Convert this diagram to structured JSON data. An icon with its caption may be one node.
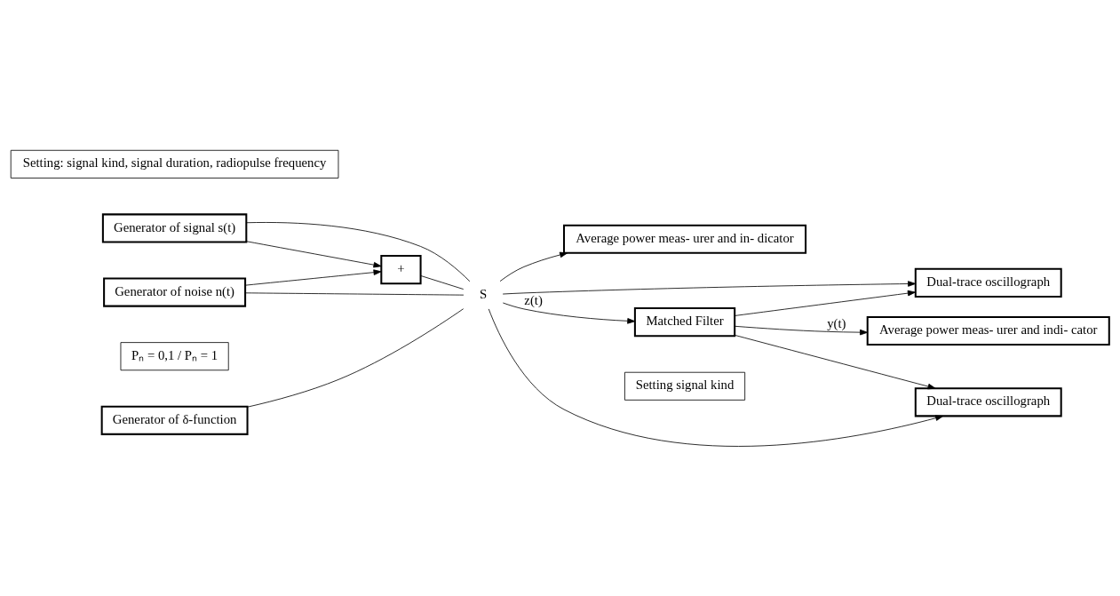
{
  "diagram": {
    "nodes": [
      {
        "text": [
          "Setting: signal kind, signal duration, radiopulse frequency"
        ]
      },
      {
        "text": [
          "Generator of signal s(t)"
        ]
      },
      {
        "text": [
          "+"
        ]
      },
      {
        "text": [
          "Generator of noise n(t)"
        ]
      },
      {
        "text": [
          "Pₙ = 0,1 / Pₙ = 1"
        ]
      },
      {
        "text": [
          "Generator of δ-function"
        ]
      },
      {
        "text": [
          "S"
        ]
      },
      {
        "text": [
          "Average power meas- urer and in- dicator"
        ]
      },
      {
        "text": [
          "Dual-trace oscillograph"
        ]
      },
      {
        "text": [
          "Matched Filter"
        ]
      },
      {
        "text": [
          "Setting signal kind"
        ]
      },
      {
        "text": [
          "Average power meas- urer and indi- cator"
        ]
      },
      {
        "text": [
          "Dual-trace oscillograph"
        ]
      }
    ],
    "edges": [
      {
        "from": 1,
        "to": 2,
        "arrow": "to"
      },
      {
        "from": 3,
        "to": 2,
        "arrow": "to"
      },
      {
        "from": 1,
        "to": 6,
        "arrow": "none"
      },
      {
        "from": 2,
        "to": 6,
        "arrow": "none"
      },
      {
        "from": 3,
        "to": 6,
        "arrow": "none"
      },
      {
        "from": 5,
        "to": 6,
        "arrow": "none"
      },
      {
        "from": 6,
        "to": 9,
        "arrow": "to",
        "label": "z(t)"
      },
      {
        "from": 6,
        "to": 7,
        "arrow": "to"
      },
      {
        "from": 6,
        "to": 8,
        "arrow": "to"
      },
      {
        "from": 6,
        "to": 12,
        "arrow": "to"
      },
      {
        "from": 9,
        "to": 8,
        "arrow": "to"
      },
      {
        "from": 9,
        "to": 11,
        "arrow": "to",
        "label": "y(t)"
      },
      {
        "from": 9,
        "to": 12,
        "arrow": "to"
      }
    ]
  }
}
